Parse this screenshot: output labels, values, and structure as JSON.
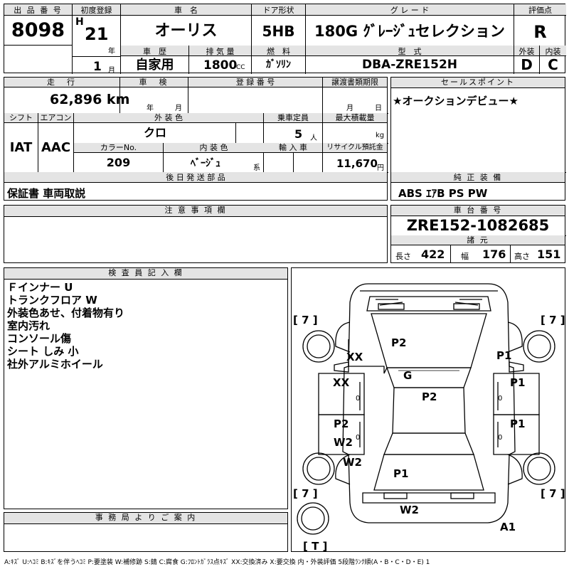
{
  "header": {
    "lot_label": "出 品 番 号",
    "lot_value": "8098",
    "first_reg_label": "初度登録",
    "era": "H",
    "year_num": "21",
    "year_unit": "年",
    "month_num": "1",
    "month_unit": "月",
    "car_name_label": "車　名",
    "car_name_value": "オーリス",
    "door_label": "ドア形状",
    "door_value": "5HB",
    "grade_label": "グ レ ー ド",
    "grade_value": "180G ｸﾞﾚｰｼﾞｭセレクション",
    "eval_label": "評価点",
    "eval_value": "R",
    "history_label": "車　歴",
    "history_value": "自家用",
    "displacement_label": "排 気 量",
    "displacement_value": "1800",
    "displacement_unit": "CC",
    "fuel_label": "燃　料",
    "fuel_value": "ｶﾞｿﾘﾝ",
    "model_label": "型　式",
    "model_value": "DBA-ZRE152H",
    "ext_label": "外装",
    "ext_value": "D",
    "int_label": "内装",
    "int_value": "C"
  },
  "info": {
    "mileage_label": "走　行",
    "mileage_value": "62,896 km",
    "inspection_label": "車　検",
    "inspection_year": "年",
    "inspection_month": "月",
    "reg_no_label": "登 録 番 号",
    "transfer_label": "譲渡書類期限",
    "transfer_month": "月",
    "transfer_day": "日",
    "shift_label": "シフト",
    "shift_value": "IAT",
    "ac_label": "エアコン",
    "ac_value": "AAC",
    "color_label": "外 装 色",
    "color_value": "クロ",
    "capacity_label": "乗車定員",
    "capacity_value": "5",
    "capacity_unit": "人",
    "load_label": "最大積載量",
    "load_unit": "kg",
    "color_no_label": "カラーNo.",
    "color_no_value": "209",
    "interior_color_label": "内 装 色",
    "interior_color_value": "ﾍﾞｰｼﾞｭ",
    "interior_color_unit": "系",
    "import_label": "輸 入 車",
    "recycle_label": "リサイクル預託金",
    "recycle_value": "11,670",
    "recycle_unit": "円",
    "later_label": "後 日 発 送 部 品",
    "later_value": "保証書 車両取説",
    "notes_label": "注 意 事 項 欄"
  },
  "sales": {
    "label": "セールスポイント",
    "value": "★オークションデビュー★"
  },
  "equipment": {
    "label": "純 正 装 備",
    "value": "ABS ｴｱB PS PW"
  },
  "chassis": {
    "label": "車 台 番 号",
    "value": "ZRE152-1082685",
    "spec_label": "諸 元",
    "length_label": "長さ",
    "length_value": "422",
    "width_label": "幅",
    "width_value": "176",
    "height_label": "高さ",
    "height_value": "151"
  },
  "inspector": {
    "label": "検 査 員 記 入 欄",
    "lines": [
      "Ｆインナー U",
      "トランクフロア W",
      "外装色あせ、付着物有り",
      "室内汚れ",
      "コンソール傷",
      "シート しみ 小",
      "社外アルミホイール"
    ]
  },
  "office": {
    "label": "事 務 局 よ り ご 案 内"
  },
  "diagram": {
    "tire_tl": "[ 7 ]",
    "tire_tr": "[ 7 ]",
    "tire_bl": "[ 7 ]",
    "tire_br": "[ 7 ]",
    "tire_t": "[ T ]",
    "p2_hood": "P2",
    "xx_fl": "XX",
    "p1_fr": "P1",
    "g": "G",
    "xx_ld": "XX",
    "p1_rd": "P1",
    "p2_roof": "P2",
    "p2_lr": "P2",
    "w2_lr": "W2",
    "p1_rr": "P1",
    "w2_lq": "W2",
    "p1_trunk": "P1",
    "w2_rear": "W2",
    "a1": "A1",
    "zero_1": "0",
    "zero_2": "0",
    "zero_3": "0",
    "zero_4": "0"
  },
  "legend": "A:ｷｽﾞ U:ﾍｺﾐ B:ｷｽﾞを伴うﾍｺﾐ P:要塗装 W:補修跡 S:錆 C:腐食 G:ﾌﾛﾝﾄｶﾞﾗｽ点ｷｽﾞ XX:交換済み X:要交換 内・外装評価 5段階ﾗﾝｸ順(A・B・C・D・E) 1"
}
